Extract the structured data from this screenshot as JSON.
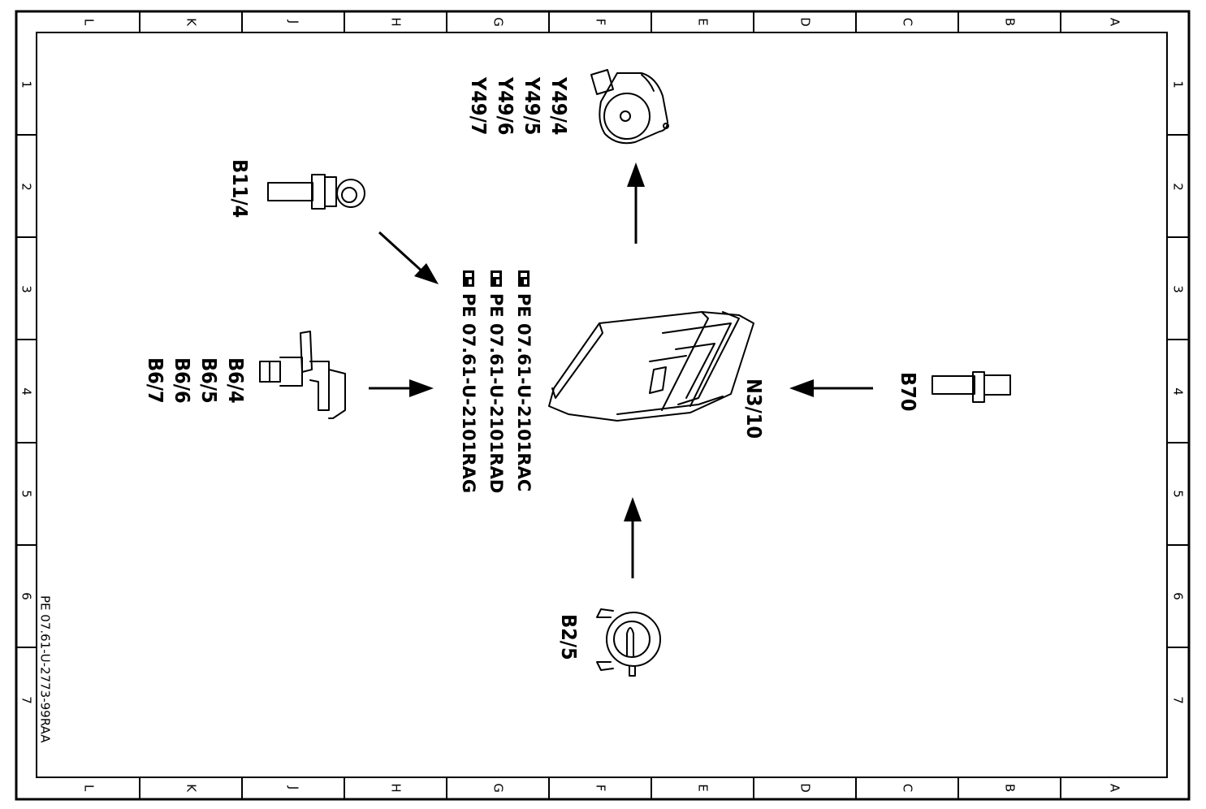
{
  "frame": {
    "columns": [
      "L",
      "K",
      "J",
      "H",
      "G",
      "F",
      "E",
      "D",
      "C",
      "B",
      "A"
    ],
    "rows": [
      "1",
      "2",
      "3",
      "4",
      "5",
      "6",
      "7"
    ]
  },
  "components": {
    "control_unit": {
      "label": "N3/10"
    },
    "actuators": {
      "labels": [
        "Y49/4",
        "Y49/5",
        "Y49/6",
        "Y49/7"
      ]
    },
    "sensor_b11": {
      "label": "B11/4"
    },
    "sensor_b6": {
      "labels": [
        "B6/4",
        "B6/5",
        "B6/6",
        "B6/7"
      ]
    },
    "sensor_b70": {
      "label": "B70"
    },
    "sensor_b2": {
      "label": "B2/5"
    }
  },
  "references": [
    {
      "icon": "hand-pointer-icon",
      "text": "PE  07.61-U-2101RAC"
    },
    {
      "icon": "hand-pointer-icon",
      "text": "PE  07.61-U-2101RAD"
    },
    {
      "icon": "hand-pointer-icon",
      "text": "PE  07.61-U-2101RAG"
    }
  ],
  "document_id": "PE 07.61-U-2773-99RAA"
}
